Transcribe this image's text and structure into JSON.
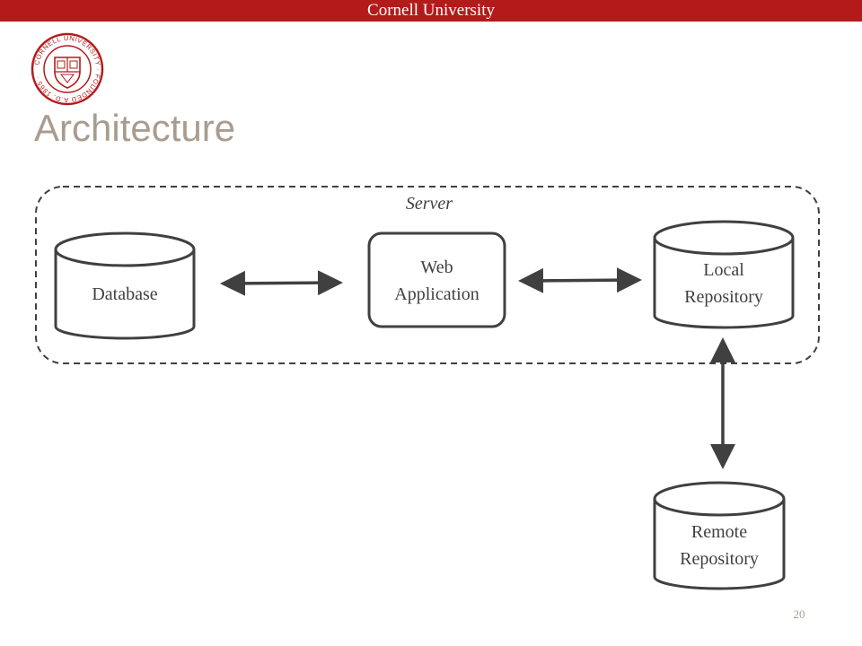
{
  "header": {
    "title": "Cornell University",
    "bar_color": "#b31b1b"
  },
  "seal": {
    "name": "cornell-seal",
    "text": "CORNELL UNIVERSITY · FOUNDED A.D. 1865",
    "color": "#b31b1b"
  },
  "slide": {
    "title": "Architecture",
    "title_color": "#a99c8f",
    "page_number": "20"
  },
  "diagram": {
    "server_group": {
      "label": "Server"
    },
    "nodes": {
      "database": {
        "label": "Database"
      },
      "web_application": {
        "label_line1": "Web",
        "label_line2": "Application"
      },
      "local_repository": {
        "label_line1": "Local",
        "label_line2": "Repository"
      },
      "remote_repository": {
        "label_line1": "Remote",
        "label_line2": "Repository"
      }
    },
    "connections": [
      {
        "from": "Database",
        "to": "Web Application",
        "direction": "both"
      },
      {
        "from": "Web Application",
        "to": "Local Repository",
        "direction": "both"
      },
      {
        "from": "Local Repository",
        "to": "Remote Repository",
        "direction": "both"
      }
    ],
    "colors": {
      "stroke": "#404040",
      "arrow": "#404040"
    }
  }
}
